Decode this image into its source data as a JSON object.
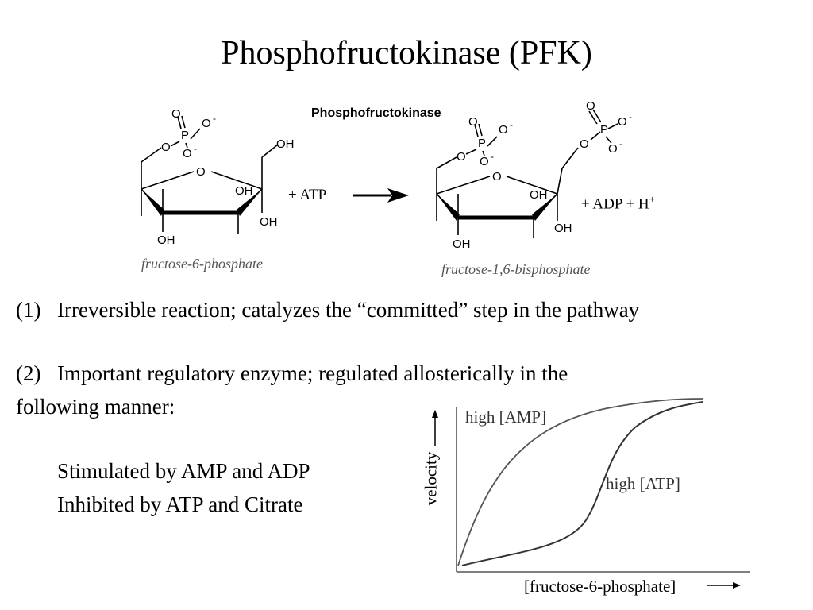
{
  "slide": {
    "title": "Phosphofructokinase (PFK)"
  },
  "reaction": {
    "enzyme": "Phosphofructokinase",
    "plus_atp": "+  ATP",
    "products": "+  ADP  +  H",
    "h_superscript": "+",
    "substrate_caption": "fructose-6-phosphate",
    "product_caption": "fructose-1,6-bisphosphate",
    "atoms": {
      "o": "O",
      "p": "P",
      "o_minus": "O",
      "minus": "-",
      "oh": "OH"
    }
  },
  "points": [
    {
      "number": "(1)",
      "text": "Irreversible reaction; catalyzes the “committed” step in the pathway"
    },
    {
      "number": "(2)",
      "text": "Important regulatory enzyme; regulated allosterically in the",
      "continuation": "following manner:"
    }
  ],
  "regulation": {
    "stimulated": "Stimulated by AMP and ADP",
    "inhibited": "Inhibited by ATP and Citrate"
  },
  "graph": {
    "y_label": "velocity",
    "x_label": "[fructose-6-phosphate]",
    "curve_amp_label": "high [AMP]",
    "curve_atp_label": "high [ATP]"
  }
}
